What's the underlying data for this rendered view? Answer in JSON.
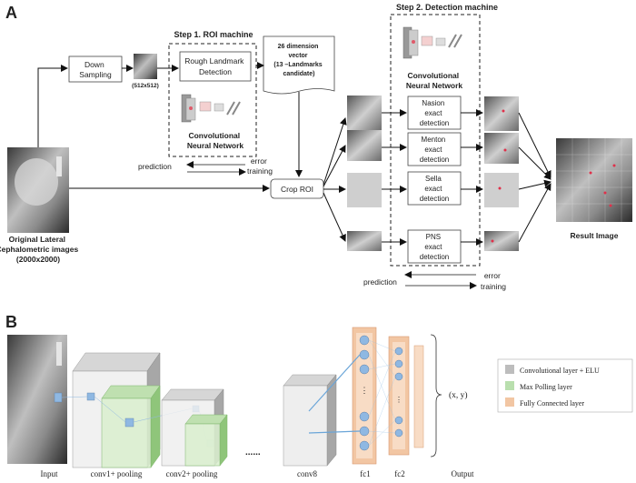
{
  "panel_a": {
    "letter": "A",
    "original_image_label": [
      "Original Lateral",
      "Cephalometric images",
      "(2000x2000)"
    ],
    "down_sampling": [
      "Down",
      "Sampling"
    ],
    "small_size": "(512x512)",
    "step1_title": "Step 1. ROI machine",
    "rough_detection": [
      "Rough Landmark",
      "Detection"
    ],
    "cnn_label": [
      "Convolutional",
      "Neural Network"
    ],
    "vector_label": [
      "26 dimension",
      "vector",
      "(13 –Landmarks",
      "candidate)"
    ],
    "prediction": "prediction",
    "error_training": [
      "error",
      "training"
    ],
    "crop_roi": "Crop ROI",
    "step2_title": "Step 2. Detection machine",
    "cnn_label2": [
      "Convolutional",
      "Neural Network"
    ],
    "detectors": [
      [
        "Nasion",
        "exact",
        "detection"
      ],
      [
        "Menton",
        "exact",
        "detection"
      ],
      [
        "Sella",
        "exact",
        "detection"
      ],
      [
        "PNS",
        "exact",
        "detection"
      ]
    ],
    "prediction2": "prediction",
    "error_training2": [
      "error",
      "training"
    ],
    "result_image": "Result Image"
  },
  "panel_b": {
    "letter": "B",
    "bottom_labels": [
      "Input",
      "conv1+ pooling",
      "conv2+ pooling",
      "conv8",
      "fc1",
      "fc2",
      "Output"
    ],
    "ellipsis": "......",
    "output_value": "(x, y)",
    "legend": [
      {
        "label": "Convolutional layer + ELU",
        "color": "#bdbdbd"
      },
      {
        "label": "Max Polling layer",
        "color": "#b9dfae"
      },
      {
        "label": "Fully Connected layer",
        "color": "#f2c6a3"
      }
    ]
  }
}
